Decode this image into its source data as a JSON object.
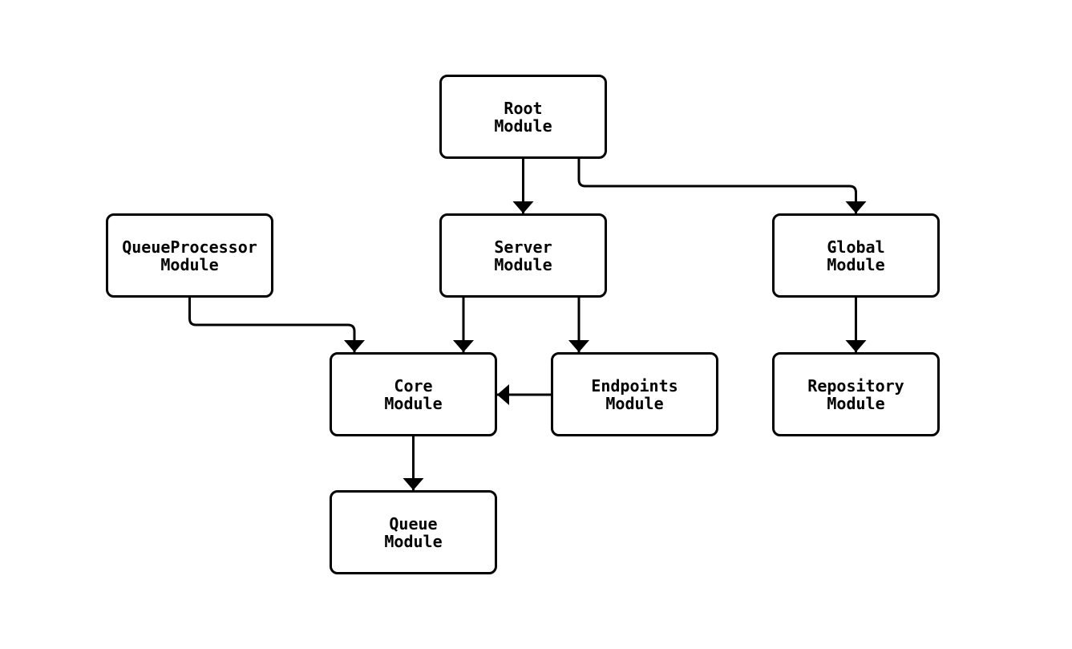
{
  "diagram": {
    "type": "flowchart-module-dependencies",
    "background_color": "#ffffff",
    "node_fill_color": "#ffffff",
    "node_border_color": "#000000",
    "edge_color": "#000000",
    "nodes": {
      "root": {
        "line1": "Root",
        "line2": "Module"
      },
      "queueprocessor": {
        "line1": "QueueProcessor",
        "line2": "Module"
      },
      "server": {
        "line1": "Server",
        "line2": "Module"
      },
      "global": {
        "line1": "Global",
        "line2": "Module"
      },
      "core": {
        "line1": "Core",
        "line2": "Module"
      },
      "endpoints": {
        "line1": "Endpoints",
        "line2": "Module"
      },
      "repository": {
        "line1": "Repository",
        "line2": "Module"
      },
      "queue": {
        "line1": "Queue",
        "line2": "Module"
      }
    },
    "edges": [
      {
        "from": "Root Module",
        "to": "Server Module"
      },
      {
        "from": "Root Module",
        "to": "Global Module"
      },
      {
        "from": "QueueProcessor Module",
        "to": "Core Module"
      },
      {
        "from": "Server Module",
        "to": "Core Module"
      },
      {
        "from": "Server Module",
        "to": "Endpoints Module"
      },
      {
        "from": "Endpoints Module",
        "to": "Core Module"
      },
      {
        "from": "Global Module",
        "to": "Repository Module"
      },
      {
        "from": "Core Module",
        "to": "Queue Module"
      }
    ]
  }
}
